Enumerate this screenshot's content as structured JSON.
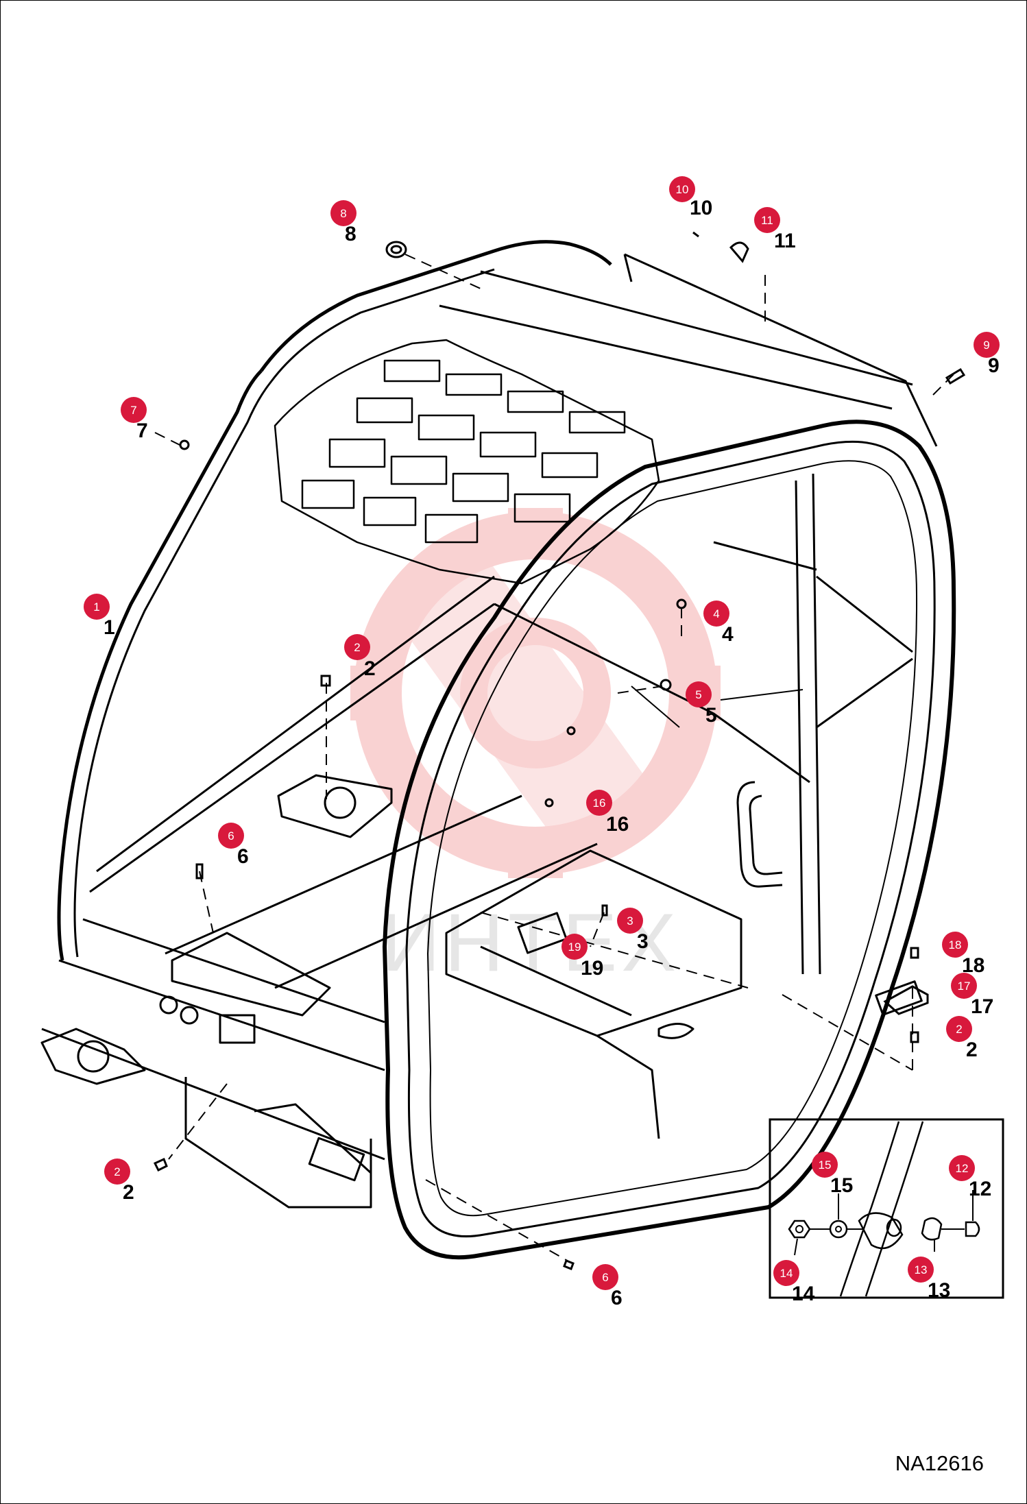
{
  "drawing_id": "NA12616",
  "watermark_text": "ИНТЕХ",
  "colors": {
    "badge": "#d8193c",
    "line": "#000000",
    "watermark": "#f4a5a5"
  },
  "callouts": [
    {
      "number": "1",
      "label": "1"
    },
    {
      "number": "2",
      "label": "2"
    },
    {
      "number": "2",
      "label": "2"
    },
    {
      "number": "2",
      "label": "2"
    },
    {
      "number": "3",
      "label": "3"
    },
    {
      "number": "4",
      "label": "4"
    },
    {
      "number": "5",
      "label": "5"
    },
    {
      "number": "6",
      "label": "6"
    },
    {
      "number": "6",
      "label": "6"
    },
    {
      "number": "7",
      "label": "7"
    },
    {
      "number": "8",
      "label": "8"
    },
    {
      "number": "9",
      "label": "9"
    },
    {
      "number": "10",
      "label": "10"
    },
    {
      "number": "11",
      "label": "11"
    },
    {
      "number": "12",
      "label": "12"
    },
    {
      "number": "13",
      "label": "13"
    },
    {
      "number": "14",
      "label": "14"
    },
    {
      "number": "15",
      "label": "15"
    },
    {
      "number": "16",
      "label": "16"
    },
    {
      "number": "17",
      "label": "17"
    },
    {
      "number": "18",
      "label": "18"
    },
    {
      "number": "19",
      "label": "19"
    }
  ]
}
